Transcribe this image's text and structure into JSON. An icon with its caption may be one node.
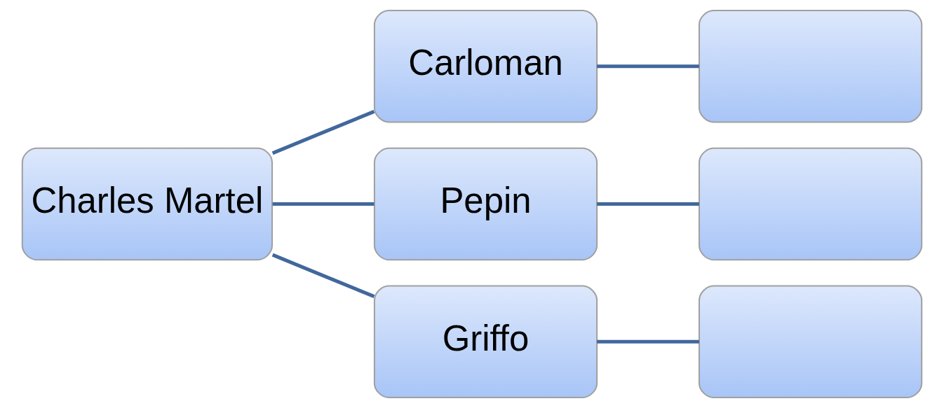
{
  "diagram": {
    "nodes": [
      {
        "text": [
          "Charles Martel"
        ]
      },
      {
        "text": [
          "Carloman"
        ]
      },
      {
        "text": [
          "Pepin"
        ]
      },
      {
        "text": [
          "Griffo"
        ]
      },
      {
        "text": [],
        "shape": "box"
      },
      {
        "text": [],
        "shape": "box"
      },
      {
        "text": [],
        "shape": "box"
      }
    ],
    "edges": [
      {
        "from": 0,
        "to": 1,
        "arrow": "none"
      },
      {
        "from": 0,
        "to": 2,
        "arrow": "none"
      },
      {
        "from": 0,
        "to": 3,
        "arrow": "none"
      },
      {
        "from": 1,
        "to": 4,
        "arrow": "none"
      },
      {
        "from": 2,
        "to": 5,
        "arrow": "none"
      },
      {
        "from": 3,
        "to": 6,
        "arrow": "none"
      }
    ]
  }
}
